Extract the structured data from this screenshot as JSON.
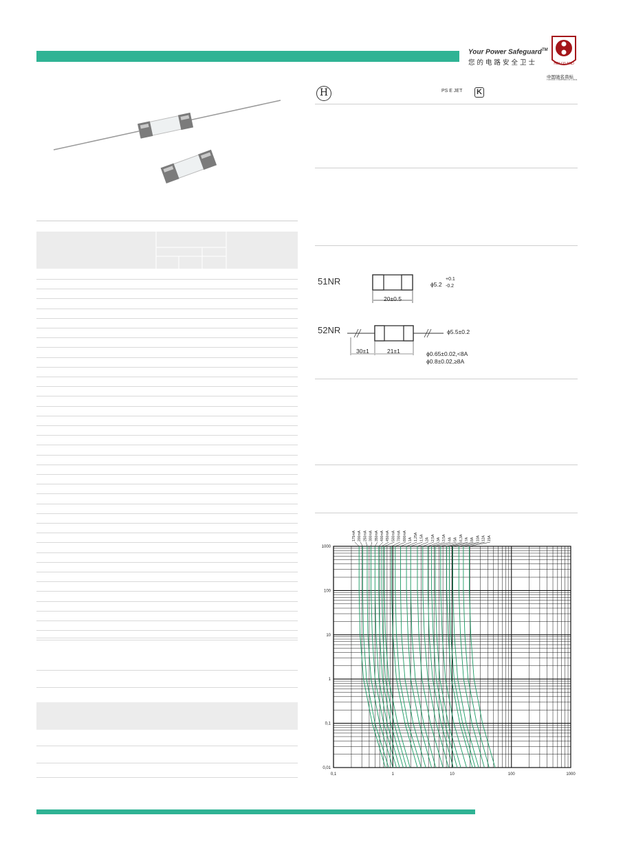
{
  "brand": {
    "slogan": "Your Power Safeguard",
    "trademark": "TM",
    "slogan_cn": "您的电路安全卫士",
    "logo_text": "HOLLYLAND",
    "logo_cn": "中国驰名商标",
    "logo_en": "Famous Trademark of China",
    "colors": {
      "accent": "#2fb394",
      "curve": "#1a9a63"
    }
  },
  "certs": {
    "pse": "PS E JET",
    "kc": "K"
  },
  "dimensions": {
    "model_51": "51NR",
    "model_51_dia": "ϕ5.2",
    "model_51_tol_plus": "+0.1",
    "model_51_tol_minus": "-0.2",
    "model_51_len": "20±0.5",
    "model_52": "52NR",
    "model_52_dia": "ϕ5.5±0.2",
    "model_52_lead": "30±1",
    "model_52_body": "21±1",
    "model_52_wire1": "ϕ0.65±0.02,<8A",
    "model_52_wire2": "ϕ0.8±0.02,≥8A"
  },
  "chart_data": {
    "type": "line",
    "x_scale": "log",
    "y_scale": "log",
    "xlim": [
      0.1,
      1000
    ],
    "ylim": [
      0.01,
      1000
    ],
    "x_ticks": [
      "0,1",
      "1",
      "10",
      "100",
      "1000"
    ],
    "y_ticks": [
      "1000",
      "100",
      "10",
      "1",
      "0,1",
      "0,01"
    ],
    "grid": true,
    "series_labels": [
      "175mA",
      "200mA",
      "250mA",
      "300mA",
      "350mA",
      "400mA",
      "450mA",
      "500mA",
      "700mA",
      "800mA",
      "1A",
      "1,25A",
      "1,5A",
      "2A",
      "2,5A",
      "3A",
      "3,5A",
      "4A",
      "5A",
      "6,3A",
      "7A",
      "8A",
      "10A",
      "12A",
      "15A"
    ],
    "series": [
      {
        "name": "175mA",
        "x": [
          0.27,
          0.27,
          0.28,
          0.32,
          0.45,
          0.75
        ],
        "y": [
          1000,
          100,
          10,
          1,
          0.1,
          0.01
        ]
      },
      {
        "name": "200mA",
        "x": [
          0.31,
          0.31,
          0.32,
          0.36,
          0.5,
          0.85
        ],
        "y": [
          1000,
          100,
          10,
          1,
          0.1,
          0.01
        ]
      },
      {
        "name": "250mA",
        "x": [
          0.37,
          0.37,
          0.38,
          0.43,
          0.6,
          1.0
        ],
        "y": [
          1000,
          100,
          10,
          1,
          0.1,
          0.01
        ]
      },
      {
        "name": "300mA",
        "x": [
          0.43,
          0.43,
          0.45,
          0.5,
          0.7,
          1.15
        ],
        "y": [
          1000,
          100,
          10,
          1,
          0.1,
          0.01
        ]
      },
      {
        "name": "350mA",
        "x": [
          0.5,
          0.5,
          0.52,
          0.58,
          0.8,
          1.3
        ],
        "y": [
          1000,
          100,
          10,
          1,
          0.1,
          0.01
        ]
      },
      {
        "name": "400mA",
        "x": [
          0.58,
          0.58,
          0.6,
          0.67,
          0.92,
          1.5
        ],
        "y": [
          1000,
          100,
          10,
          1,
          0.1,
          0.01
        ]
      },
      {
        "name": "450mA",
        "x": [
          0.65,
          0.65,
          0.68,
          0.75,
          1.05,
          1.7
        ],
        "y": [
          1000,
          100,
          10,
          1,
          0.1,
          0.01
        ]
      },
      {
        "name": "500mA",
        "x": [
          0.72,
          0.72,
          0.75,
          0.85,
          1.2,
          1.95
        ],
        "y": [
          1000,
          100,
          10,
          1,
          0.1,
          0.01
        ]
      },
      {
        "name": "700mA",
        "x": [
          0.95,
          0.95,
          1.0,
          1.15,
          1.6,
          2.6
        ],
        "y": [
          1000,
          100,
          10,
          1,
          0.1,
          0.01
        ]
      },
      {
        "name": "800mA",
        "x": [
          1.1,
          1.1,
          1.15,
          1.3,
          1.8,
          3.0
        ],
        "y": [
          1000,
          100,
          10,
          1,
          0.1,
          0.01
        ]
      },
      {
        "name": "1A",
        "x": [
          1.35,
          1.35,
          1.4,
          1.6,
          2.2,
          3.6
        ],
        "y": [
          1000,
          100,
          10,
          1,
          0.1,
          0.01
        ]
      },
      {
        "name": "1,25A",
        "x": [
          1.7,
          1.7,
          1.8,
          2.0,
          2.8,
          4.5
        ],
        "y": [
          1000,
          100,
          10,
          1,
          0.1,
          0.01
        ]
      },
      {
        "name": "1,5A",
        "x": [
          2.0,
          2.0,
          2.1,
          2.4,
          3.3,
          5.3
        ],
        "y": [
          1000,
          100,
          10,
          1,
          0.1,
          0.01
        ]
      },
      {
        "name": "2A",
        "x": [
          2.6,
          2.6,
          2.75,
          3.1,
          4.3,
          7.0
        ],
        "y": [
          1000,
          100,
          10,
          1,
          0.1,
          0.01
        ]
      },
      {
        "name": "2,5A",
        "x": [
          3.2,
          3.2,
          3.4,
          3.9,
          5.4,
          8.7
        ],
        "y": [
          1000,
          100,
          10,
          1,
          0.1,
          0.01
        ]
      },
      {
        "name": "3A",
        "x": [
          3.9,
          3.9,
          4.1,
          4.7,
          6.5,
          10.5
        ],
        "y": [
          1000,
          100,
          10,
          1,
          0.1,
          0.01
        ]
      },
      {
        "name": "3,5A",
        "x": [
          4.5,
          4.5,
          4.8,
          5.4,
          7.5,
          12.2
        ],
        "y": [
          1000,
          100,
          10,
          1,
          0.1,
          0.01
        ]
      },
      {
        "name": "4A",
        "x": [
          5.2,
          5.2,
          5.5,
          6.2,
          8.6,
          14
        ],
        "y": [
          1000,
          100,
          10,
          1,
          0.1,
          0.01
        ]
      },
      {
        "name": "5A",
        "x": [
          6.4,
          6.4,
          6.8,
          7.7,
          10.7,
          17.5
        ],
        "y": [
          1000,
          100,
          10,
          1,
          0.1,
          0.01
        ]
      },
      {
        "name": "6,3A",
        "x": [
          8.1,
          8.1,
          8.6,
          9.7,
          13.5,
          22
        ],
        "y": [
          1000,
          100,
          10,
          1,
          0.1,
          0.01
        ]
      },
      {
        "name": "7A",
        "x": [
          9.0,
          9.0,
          9.5,
          10.8,
          15,
          24.5
        ],
        "y": [
          1000,
          100,
          10,
          1,
          0.1,
          0.01
        ]
      },
      {
        "name": "8A",
        "x": [
          10.3,
          10.3,
          10.9,
          12.4,
          17.2,
          28
        ],
        "y": [
          1000,
          100,
          10,
          1,
          0.1,
          0.01
        ]
      },
      {
        "name": "10A",
        "x": [
          13,
          13,
          13.8,
          15.6,
          21.6,
          35
        ],
        "y": [
          1000,
          100,
          10,
          1,
          0.1,
          0.01
        ]
      },
      {
        "name": "12A",
        "x": [
          15.5,
          15.5,
          16.4,
          18.6,
          26,
          42
        ],
        "y": [
          1000,
          100,
          10,
          1,
          0.1,
          0.01
        ]
      },
      {
        "name": "15A",
        "x": [
          19.5,
          19.5,
          20.6,
          23.4,
          32.5,
          53
        ],
        "y": [
          1000,
          100,
          10,
          1,
          0.1,
          0.01
        ]
      }
    ]
  }
}
